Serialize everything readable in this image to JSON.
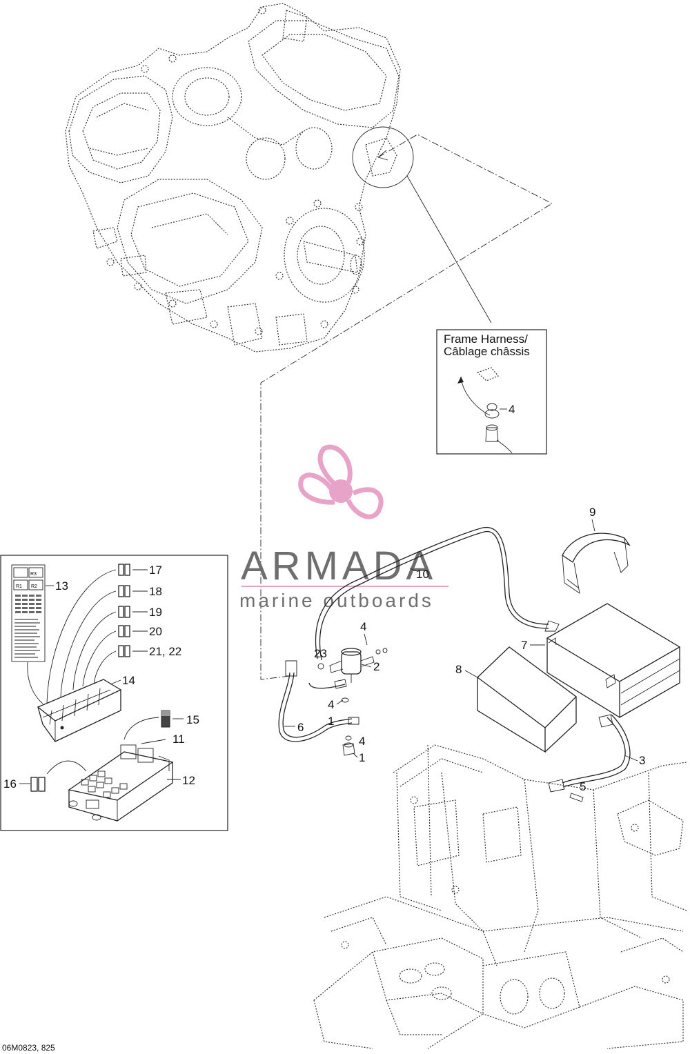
{
  "drawing_code": "06M0823, 825",
  "inset": {
    "title_line1": "Frame Harness/",
    "title_line2": "Câblage châssis",
    "part": "4"
  },
  "watermark": {
    "brand": "ARMADA",
    "tagline": "marine outboards",
    "color": "#e8a3c9",
    "text_color": "#6e6e6e"
  },
  "parts": {
    "p1": "1",
    "p1b": "1",
    "p2": "2",
    "p3": "3",
    "p4a": "4",
    "p4b": "4",
    "p4c": "4",
    "p5": "5",
    "p6": "6",
    "p7": "7",
    "p8": "8",
    "p9": "9",
    "p10": "10",
    "p11": "11",
    "p12": "12",
    "p13": "13",
    "p14": "14",
    "p15": "15",
    "p16": "16",
    "p17": "17",
    "p18": "18",
    "p19": "19",
    "p20": "20",
    "p2122": "21, 22",
    "p23": "23"
  },
  "fuse_labels": {
    "r3": "R3",
    "r1": "R1",
    "r2": "R2"
  }
}
